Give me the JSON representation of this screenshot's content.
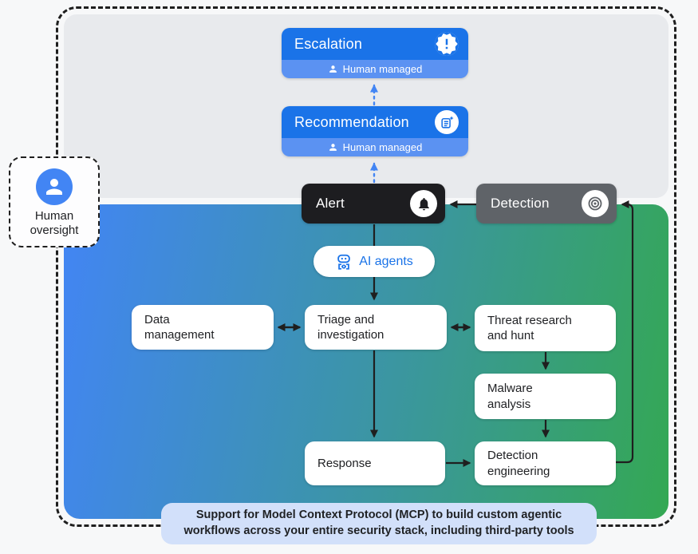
{
  "colors": {
    "primary_blue": "#1a73e8",
    "strip_blue": "#5b92f2",
    "alert_black": "#1d1d20",
    "detection_gray": "#5f6368",
    "gradient_start": "#4285f4",
    "gradient_end": "#34a853",
    "panel_gray": "#e8eaed",
    "note_bg": "#d2e0fa"
  },
  "nodes": {
    "escalation": {
      "label": "Escalation",
      "badge": "Human managed",
      "icon": "new-releases-icon"
    },
    "recommendation": {
      "label": "Recommendation",
      "badge": "Human managed",
      "icon": "summarize-spark-icon"
    },
    "alert": {
      "label": "Alert",
      "icon": "bell-icon"
    },
    "detection": {
      "label": "Detection",
      "icon": "bullseye-icon"
    },
    "ai_agents": {
      "label": "AI agents",
      "icon": "robot-icon"
    },
    "human_oversight": {
      "label": "Human\noversight",
      "icon": "person-icon"
    },
    "data_management": {
      "label": "Data\nmanagement"
    },
    "triage": {
      "label": "Triage and\ninvestigation"
    },
    "threat_research": {
      "label": "Threat research\nand hunt"
    },
    "malware_analysis": {
      "label": "Malware\nanalysis"
    },
    "response": {
      "label": "Response"
    },
    "detection_engineering": {
      "label": "Detection\nengineering"
    }
  },
  "footer": {
    "note": "Support for Model Context Protocol (MCP) to build custom agentic\nworkflows across your entire security stack, including third-party tools"
  }
}
